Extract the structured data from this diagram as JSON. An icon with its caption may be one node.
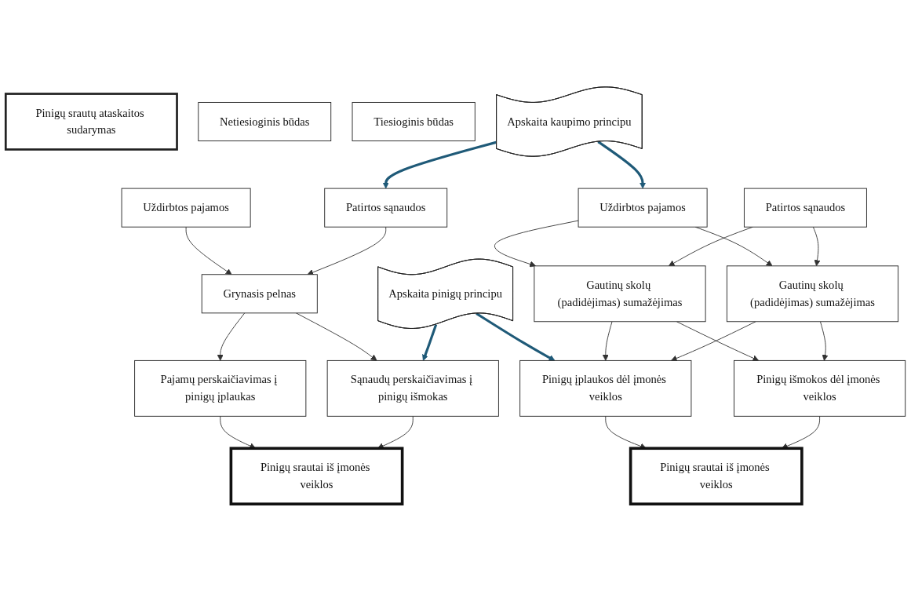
{
  "diagram": {
    "nodes": [
      {
        "text": [
          "Pinigų srautų ataskaitos sudarymas"
        ]
      },
      {
        "text": [
          "Netiesioginis būdas"
        ]
      },
      {
        "text": [
          "Tiesioginis būdas"
        ]
      },
      {
        "text": [
          "Uždirbtos pajamos"
        ]
      },
      {
        "text": [
          "Patirtos sąnaudos"
        ]
      },
      {
        "text": [
          "Apskaita kaupimo principu"
        ]
      },
      {
        "text": [
          "Uždirbtos pajamos"
        ]
      },
      {
        "text": [
          "Patirtos sąnaudos"
        ]
      },
      {
        "text": [
          "Grynasis pelnas"
        ]
      },
      {
        "text": [
          "Gautinų skolų (padidėjimas) sumažėjimas"
        ]
      },
      {
        "text": [
          "Gautinų skolų (padidėjimas) sumažėjimas"
        ]
      },
      {
        "text": [
          "Pajamų perskaičiavimas į pinigų įplaukas"
        ]
      },
      {
        "text": [
          "Sąnaudų perskaičiavimas į pinigų išmokas"
        ]
      },
      {
        "text": [
          "Apskaita pinigų principu"
        ]
      },
      {
        "text": [
          "Pinigų įplaukos dėl įmonės veiklos"
        ]
      },
      {
        "text": [
          "Pinigų išmokos dėl įmonės veiklos"
        ]
      },
      {
        "text": [
          "Pinigų srautai iš įmonės veiklos"
        ]
      },
      {
        "text": [
          "Pinigų srautai iš įmonės veiklos"
        ]
      }
    ],
    "edges": [
      {
        "from": 3,
        "to": 8,
        "arrow": "to"
      },
      {
        "from": 4,
        "to": 8,
        "arrow": "to"
      },
      {
        "from": 5,
        "to": 4,
        "arrow": "to",
        "style": "thick",
        "color": "#1f5a78"
      },
      {
        "from": 5,
        "to": 6,
        "arrow": "to",
        "style": "thick",
        "color": "#1f5a78"
      },
      {
        "from": 6,
        "to": 9,
        "arrow": "to"
      },
      {
        "from": 6,
        "to": 10,
        "arrow": "to"
      },
      {
        "from": 7,
        "to": 9,
        "arrow": "to"
      },
      {
        "from": 7,
        "to": 10,
        "arrow": "to"
      },
      {
        "from": 8,
        "to": 11,
        "arrow": "to"
      },
      {
        "from": 8,
        "to": 12,
        "arrow": "to"
      },
      {
        "from": 13,
        "to": 12,
        "arrow": "to",
        "style": "thick",
        "color": "#1f5a78"
      },
      {
        "from": 13,
        "to": 14,
        "arrow": "to",
        "style": "thick",
        "color": "#1f5a78"
      },
      {
        "from": 9,
        "to": 14,
        "arrow": "to"
      },
      {
        "from": 9,
        "to": 15,
        "arrow": "to"
      },
      {
        "from": 10,
        "to": 14,
        "arrow": "to"
      },
      {
        "from": 10,
        "to": 15,
        "arrow": "to"
      },
      {
        "from": 11,
        "to": 16,
        "arrow": "to"
      },
      {
        "from": 12,
        "to": 16,
        "arrow": "to"
      },
      {
        "from": 14,
        "to": 17,
        "arrow": "to"
      },
      {
        "from": 15,
        "to": 17,
        "arrow": "to"
      }
    ]
  }
}
